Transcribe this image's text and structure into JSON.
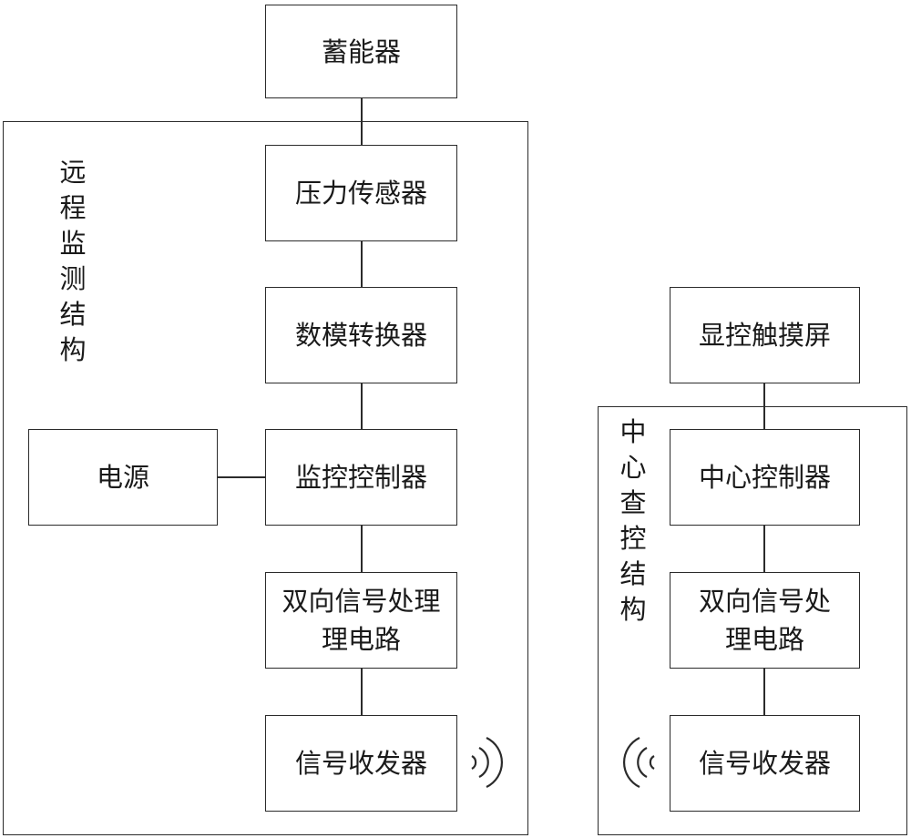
{
  "diagram": {
    "top_node": "蓄能器",
    "remote_group": {
      "label": "远程监测结构",
      "nodes": {
        "pressure_sensor": "压力传感器",
        "da_converter": "数模转换器",
        "monitor_controller": "监控控制器",
        "signal_circuit_line1": "双向信号处理",
        "signal_circuit_line2": "理电路",
        "transceiver": "信号收发器"
      },
      "power_supply": "电源"
    },
    "touch_screen": "显控触摸屏",
    "center_group": {
      "label": "中心查控结构",
      "nodes": {
        "central_controller": "中心控制器",
        "signal_circuit_line1": "双向信号处",
        "signal_circuit_line2": "理电路",
        "transceiver": "信号收发器"
      }
    }
  }
}
